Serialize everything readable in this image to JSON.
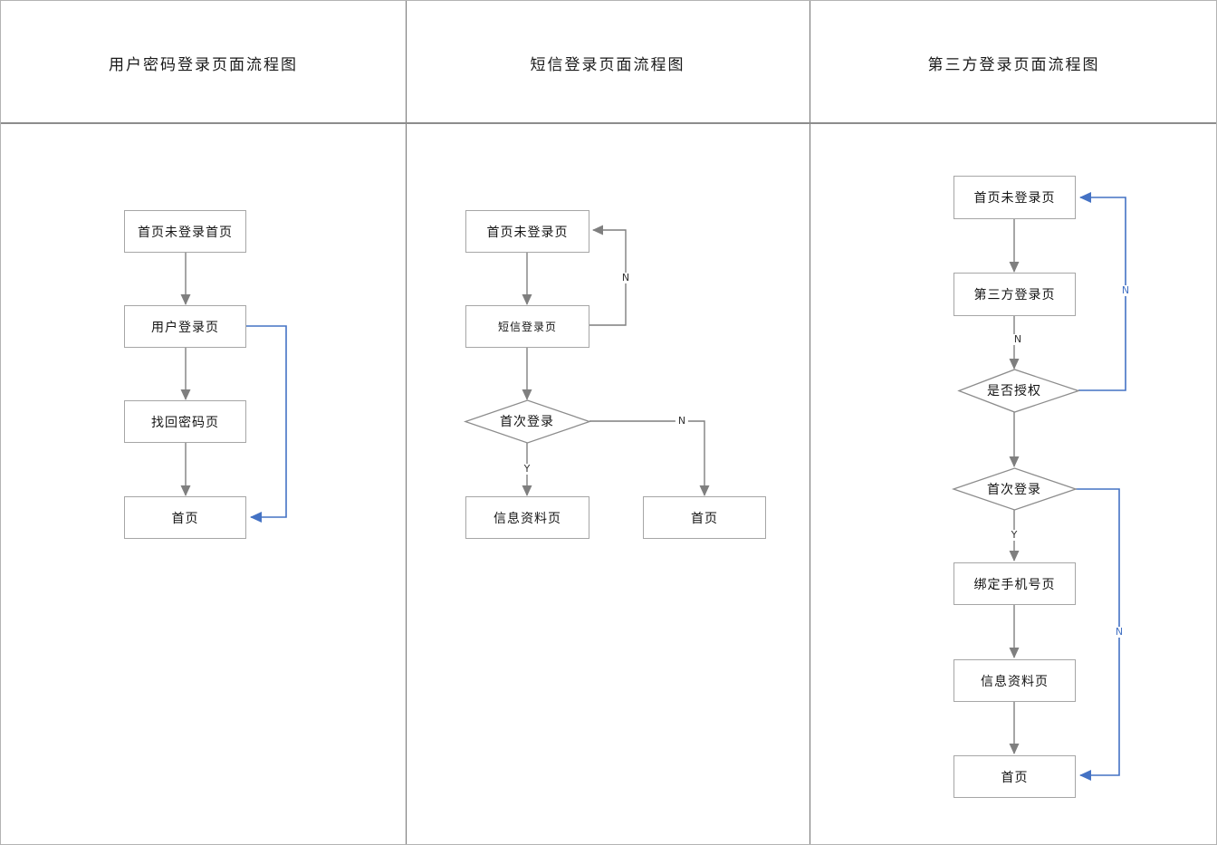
{
  "columns": [
    {
      "title": "用户密码登录页面流程图",
      "nodes": {
        "home_guest": "首页未登录首页",
        "user_login": "用户登录页",
        "find_password": "找回密码页",
        "home": "首页"
      }
    },
    {
      "title": "短信登录页面流程图",
      "nodes": {
        "home_guest": "首页未登录页",
        "sms_login": "短信登录页",
        "first_login": "首次登录",
        "info_profile": "信息资料页",
        "home": "首页"
      },
      "edge_labels": {
        "retry_no": "N",
        "yes": "Y",
        "no": "N"
      }
    },
    {
      "title": "第三方登录页面流程图",
      "nodes": {
        "home_guest": "首页未登录页",
        "third_party_login": "第三方登录页",
        "authorized": "是否授权",
        "first_login": "首次登录",
        "bind_phone": "绑定手机号页",
        "info_profile": "信息资料页",
        "home": "首页"
      },
      "edge_labels": {
        "pre_auth_no": "N",
        "auth_no": "N",
        "yes": "Y",
        "first_no": "N"
      }
    }
  ],
  "colors": {
    "connector_gray": "#7f7f7f",
    "connector_blue": "#4472c4",
    "box_border": "#a6a6a6",
    "divider": "#8c8c8c",
    "text": "#141414"
  }
}
